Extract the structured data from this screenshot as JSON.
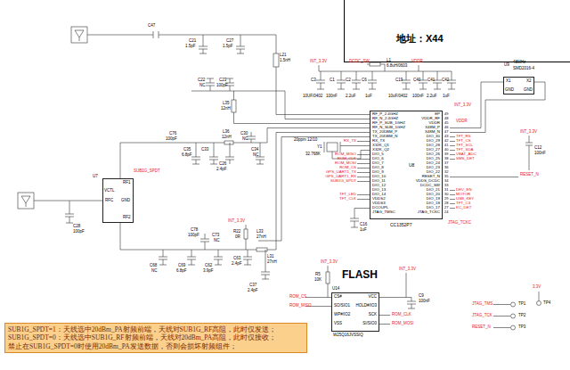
{
  "diagram": {
    "nodes": [
      {
        "text": [
          "地址：X44"
        ]
      },
      {
        "text": [
          "U8",
          "CC1352P7"
        ]
      },
      {
        "text": [
          "U9"
        ]
      },
      {
        "text": [
          "RFC",
          "GND"
        ]
      },
      {
        "text": [
          "U14"
        ]
      },
      {
        "text": [
          "SUB1G_SPDT=1：天线选中20dBm_PA射频前端，天线对SUB1G_RF高阻，此时仅发送；",
          "SUB1G_SPDT=0：天线选中SUB1G_RF射频前端，天线对20dBm_PA高阻，此时仅接收；",
          "禁止在SUB1G_SPDT=0时使用20dBm_PA发送数据，否则会损坏射频组件；"
        ]
      }
    ],
    "labels": [
      "RF_P_2.4GHZ",
      "RF_N_2.4GHZ",
      "RF_P_SUB_1GHZ",
      "RF_N_SUB_1GHZ",
      "TX_20DBM_P",
      "TX_20DBM_N",
      "RX_TX",
      "X32K_Q1",
      "X32K_Q2",
      "DIO_5",
      "DIO_6",
      "DIO_7",
      "DIO_8",
      "DIO_9",
      "DIO_10",
      "DIO_11",
      "DIO_12",
      "DIO_13",
      "DIO_14",
      "VDDS2",
      "VDDS3",
      "DCOUPL",
      "JTAG_TMSC",
      "EP",
      "VDDR_RF",
      "VDDR",
      "X48M_P",
      "X48M_N",
      "DIO_30",
      "DIO_29",
      "DIO_28",
      "DIO_27",
      "DIO_26",
      "DIO_25",
      "DIO_24",
      "DIO_23",
      "DIO_22",
      "RESET_N",
      "VDDS_DCDC",
      "DCDC_SW",
      "DIO_21",
      "DIO_20",
      "DIO_19",
      "DIO_18",
      "DIO_17",
      "JTAG_TCKC",
      "49",
      "48",
      "45",
      "46",
      "47",
      "43",
      "42",
      "41",
      "40",
      "39",
      "38",
      "37",
      "36",
      "32",
      "35",
      "34",
      "33",
      "31",
      "30",
      "29",
      "28",
      "27",
      "24",
      "TFT_RS",
      "TFT_CS",
      "TFT_SCL",
      "TFT_SDA",
      "VBAT_ADC",
      "SMS_DET",
      "DEV_EN",
      "MOTOR",
      "USB_KEY",
      "TFT_C3",
      "KC_DET",
      "RX_TX",
      "ROM_MISO",
      "ROM_CLK",
      "ROM_MOSI",
      "ROM_CS",
      "GPS_UART1_TX",
      "GPS_UART1_RX",
      "SUB1G_SPDT",
      "TFT_LED",
      "TFT_CLK",
      "C47",
      "C21",
      "1.5pF",
      "C27",
      "1.5pF",
      "L21",
      "1.5nH",
      "INT_3.3V",
      "DCDC_SW",
      "L1",
      "6.8uH/0603",
      "VDDR",
      "C3",
      "10UF/0402",
      "C1",
      "100nF",
      "C2",
      "2.2uF",
      "C6",
      "1uF",
      "C19",
      "10uF/0402",
      "C40",
      "100nF",
      "C41",
      "2.2uF",
      "C42",
      "1uF",
      "48MHz",
      "SMD2016-4",
      "X1",
      "X2",
      "GND",
      "GND",
      "INT_3.3V",
      "VDDR",
      "INT_3.3V",
      "C12",
      "100nF",
      "RESET_N",
      "JTAG_TCKC",
      "20ppm 12/10",
      "Y1",
      "32.768K",
      "C16",
      "1uF",
      "C22",
      "NC",
      "C23",
      "100pF",
      "L35",
      "12nH",
      "C76",
      "100pF",
      "C35",
      "6.8pF",
      "C33",
      "L36",
      "12nH",
      "C30",
      "NC",
      "C34",
      "NC",
      "C26",
      "2.4pF",
      "SUB1G_SPDT",
      "RF1",
      "RF2",
      "VCTL",
      "U7",
      "C28",
      "100pF",
      "INT_3.3V",
      "R22",
      "0R",
      "C78",
      "100pF",
      "C73",
      "NC",
      "L33",
      "27nH",
      "C68",
      "NC",
      "C69",
      "6.8pF",
      "C62",
      "3.9pF",
      "C63",
      "2.4pF",
      "C37",
      "2.4pF",
      "L31",
      "27nH",
      "FLASH",
      "CS#",
      "SO/SIO1",
      "WP#/IO2",
      "VSS",
      "VCC",
      "HOLD#/IO3",
      "SCK",
      "SI/SIO0",
      "W25Q16JVSSIQ",
      "ROM_CS",
      "ROM_MISO",
      "ROM_CLK",
      "ROM_MOSI",
      "INT_3.3V",
      "INT_3.3V",
      "R5",
      "10K",
      "C9",
      "100nF",
      "JTAG_TMS",
      "JTAG_TCK",
      "RESET_N",
      "TP1",
      "TP2",
      "TP3",
      "3.3V",
      "TP4"
    ]
  }
}
